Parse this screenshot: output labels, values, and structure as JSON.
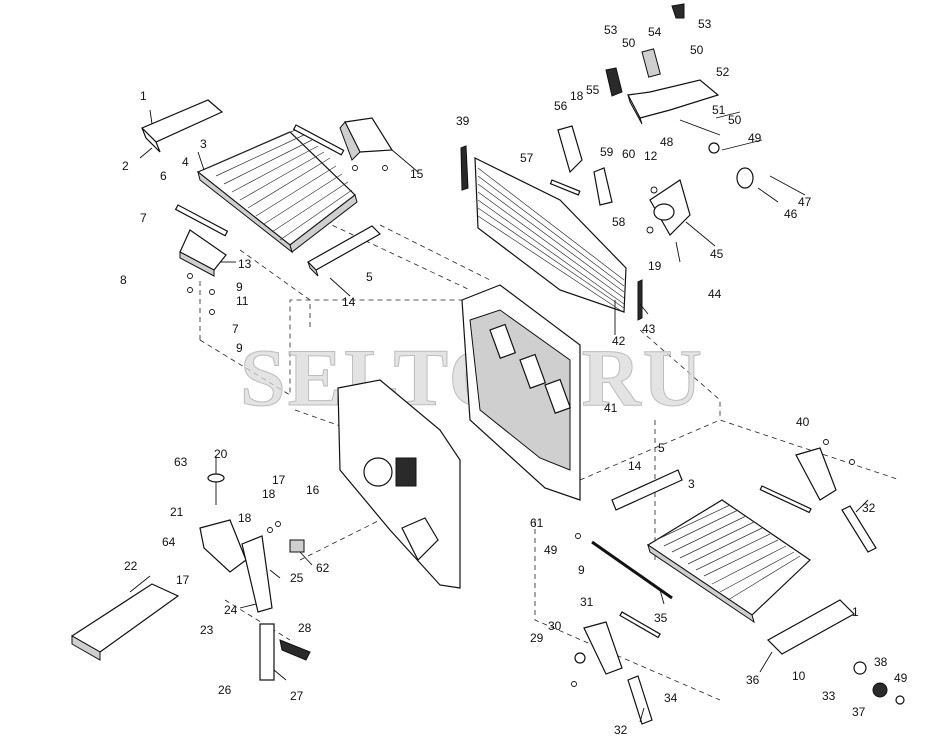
{
  "watermark": "SELTOP.RU",
  "callouts": {
    "c1a": "1",
    "c2": "2",
    "c3a": "3",
    "c4": "4",
    "c5a": "5",
    "c6": "6",
    "c7a": "7",
    "c8": "8",
    "c9a": "9",
    "c11": "11",
    "c7b": "7",
    "c9b": "9",
    "c13": "13",
    "c14a": "14",
    "c15": "15",
    "c39": "39",
    "c42": "42",
    "c43": "43",
    "c41": "41",
    "c16": "16",
    "c56": "56",
    "c57": "57",
    "c18a": "18",
    "c55": "55",
    "c53a": "53",
    "c50a": "50",
    "c54": "54",
    "c53b": "53",
    "c50b": "50",
    "c52": "52",
    "c51": "51",
    "c50c": "50",
    "c49a": "49",
    "c48": "48",
    "c12": "12",
    "c59": "59",
    "c60": "60",
    "c58": "58",
    "c19": "19",
    "c45": "45",
    "c44": "44",
    "c47": "47",
    "c46": "46",
    "c40": "40",
    "c32a": "32",
    "c5b": "5",
    "c14b": "14",
    "c3b": "3",
    "c1b": "1",
    "c36": "36",
    "c10": "10",
    "c33": "33",
    "c37": "37",
    "c38": "38",
    "c49b": "49",
    "c61": "61",
    "c49c": "49",
    "c9c": "9",
    "c35": "35",
    "c31": "31",
    "c29": "29",
    "c30": "30",
    "c34": "34",
    "c32b": "32",
    "c63": "63",
    "c20": "20",
    "c18b": "18",
    "c17a": "17",
    "c18c": "18",
    "c21": "21",
    "c64": "64",
    "c17b": "17",
    "c22": "22",
    "c23": "23",
    "c25": "25",
    "c62": "62",
    "c24": "24",
    "c28": "28",
    "c26": "26",
    "c27": "27"
  }
}
